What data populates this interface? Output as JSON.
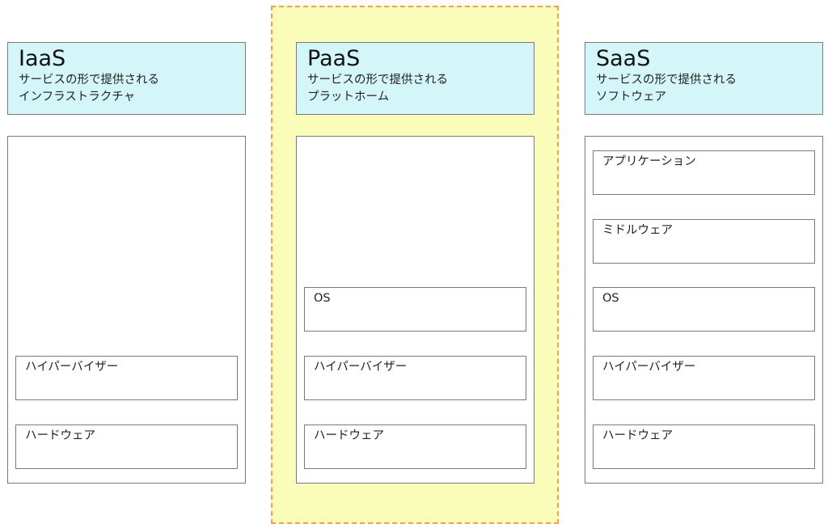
{
  "colors": {
    "header_fill": "#d4f6f8",
    "highlight_fill": "#fafcb9",
    "highlight_border": "#f6a04d",
    "box_border": "#7a7a7a"
  },
  "columns": [
    {
      "title": "IaaS",
      "subtitle_line1": "サービスの形で提供される",
      "subtitle_line2": "インフラストラクチャ",
      "highlighted": false,
      "layers": [
        "ハイパーバイザー",
        "ハードウェア"
      ]
    },
    {
      "title": "PaaS",
      "subtitle_line1": "サービスの形で提供される",
      "subtitle_line2": "プラットホーム",
      "highlighted": true,
      "layers": [
        "OS",
        "ハイパーバイザー",
        "ハードウェア"
      ]
    },
    {
      "title": "SaaS",
      "subtitle_line1": "サービスの形で提供される",
      "subtitle_line2": "ソフトウェア",
      "highlighted": false,
      "layers": [
        "アプリケーション",
        "ミドルウェア",
        "OS",
        "ハイパーバイザー",
        "ハードウェア"
      ]
    }
  ]
}
